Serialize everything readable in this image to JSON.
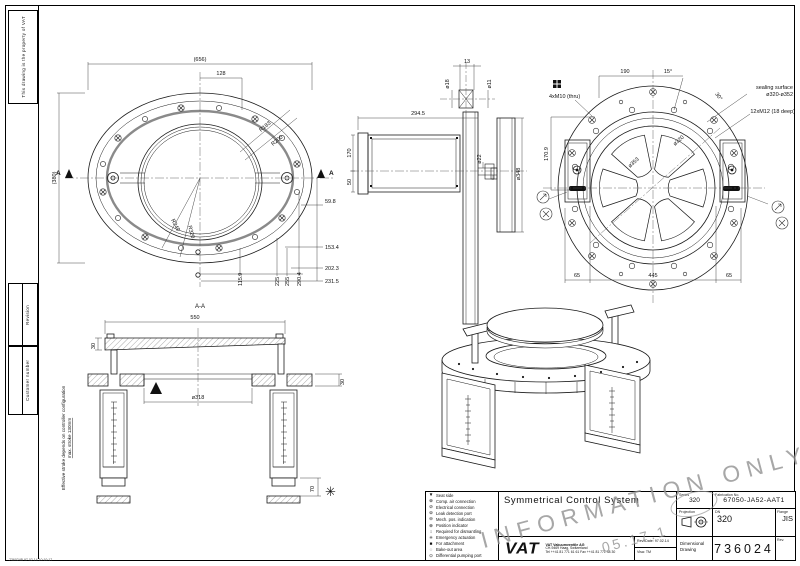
{
  "frame": {
    "property_note": "This drawing is the property of VAT",
    "revision_label": "Revision",
    "customer_label": "Customer number",
    "footer_info": "736024B  97.02.14  10:10:17"
  },
  "views": {
    "plan": {
      "overall_width": "(656)",
      "offset_128": "128",
      "overall_height": "(380)",
      "r_top1": "R183",
      "r_top2": "R200",
      "r_bot1": "R249",
      "r_bot2": "R320",
      "right_dims": [
        "59.8",
        "153.4",
        "202.3",
        "231.5"
      ],
      "bottom_dims": [
        "115.9",
        "225",
        "255",
        "290.4"
      ],
      "section_letter": "A"
    },
    "side": {
      "len": "294.5",
      "h170": "170",
      "h50": "50",
      "w13": "13",
      "d18": "ø18",
      "d11": "ø11",
      "d22": "ø22",
      "d348": "ø348"
    },
    "front": {
      "w190": "190",
      "ang15": "15°",
      "ang30": "30°",
      "seal1": "sealing surface",
      "seal2": "ø320-ø352",
      "tap12": "12xM12 (18 deep)",
      "thru4": "4xM10 (thru)",
      "h1709": "170.9",
      "d353": "ø353",
      "d320": "ø320",
      "b65": "65",
      "b445": "445"
    },
    "section": {
      "label": "A-A",
      "w550": "550",
      "t30_left": "30",
      "t30_right": "30",
      "d318": "ø318",
      "gap70": "70",
      "star": "✳",
      "note1": "Effective stroke depends on controller configuration",
      "note2": "max. stroke 130mm"
    }
  },
  "legend": {
    "items": [
      {
        "icon": "▼",
        "label": "Seat side"
      },
      {
        "icon": "⊗",
        "label": "Comp. air connection"
      },
      {
        "icon": "⊘",
        "label": "Electrical connection"
      },
      {
        "icon": "⊚",
        "label": "Leak detection port"
      },
      {
        "icon": "⊖",
        "label": "Mech. pos. indication"
      },
      {
        "icon": "⊕",
        "label": "Position indicator"
      },
      {
        "icon": "↕",
        "label": "Required for dismantling"
      },
      {
        "icon": "✳",
        "label": "Emergency actuation"
      },
      {
        "icon": "■",
        "label": "For attachment"
      },
      {
        "icon": "◌",
        "label": "Bake-out area"
      },
      {
        "icon": "⊙",
        "label": "Differential pumping port"
      }
    ]
  },
  "title_block": {
    "title": "Symmetrical Control System",
    "series_label": "Series",
    "series_value": "320",
    "fab_label": "Fabrication No.",
    "fab_value": "67050-JA52-AAT1",
    "projection_label": "Projection",
    "dn_label": "DN",
    "dn_value": "320",
    "flange_label": "Flange",
    "flange_value": "JIS",
    "doc_line1": "Dimensional",
    "doc_line2": "Drawing",
    "number": "736024",
    "rev_label": "Rev.",
    "logo": "VAT",
    "addr1": "VAT Vakuumventile AG",
    "addr2": "CH-9469 Haag, Switzerland",
    "addr3": "Tel ++41 81 771 61 61  Fax ++41 81 771 48 30",
    "revdate": "Rev./Date: 97.02.14",
    "visa": "Visa: TM"
  },
  "watermark": {
    "text": "INFORMATION ONLY",
    "date": "05.17.1"
  }
}
